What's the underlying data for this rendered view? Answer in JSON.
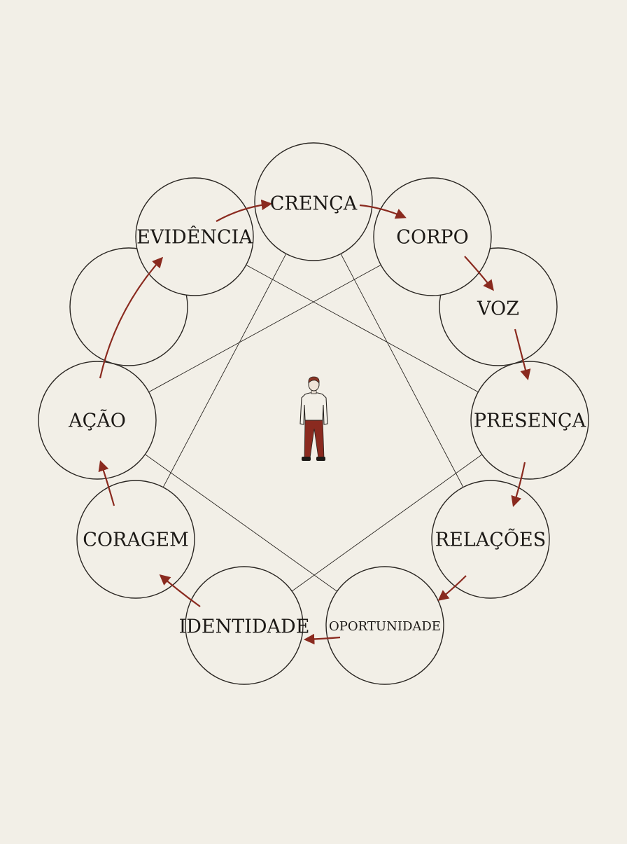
{
  "colors": {
    "background": "#f2efe7",
    "stroke": "#2a2622",
    "arrow": "#8a2a1f",
    "figure_body": "#f2efe7",
    "figure_legs": "#8a2a1f",
    "figure_hair": "#8a3525"
  },
  "nodes": [
    {
      "id": "crenca",
      "label": "CRENÇA"
    },
    {
      "id": "corpo",
      "label": "CORPO"
    },
    {
      "id": "voz",
      "label": "VOZ"
    },
    {
      "id": "presenca",
      "label": "PRESENÇA"
    },
    {
      "id": "relacoes",
      "label": "RELAÇÕES"
    },
    {
      "id": "oportunidade",
      "label": "OPORTUNIDADE"
    },
    {
      "id": "identidade",
      "label": "IDENTIDADE"
    },
    {
      "id": "coragem",
      "label": "CORAGEM"
    },
    {
      "id": "acao",
      "label": "AÇÃO"
    },
    {
      "id": "blank",
      "label": ""
    },
    {
      "id": "evidencia",
      "label": "EVIDÊNCIA"
    }
  ],
  "cycle": [
    "crenca",
    "corpo",
    "voz",
    "presenca",
    "relacoes",
    "oportunidade",
    "identidade",
    "coragem",
    "acao",
    "evidencia",
    "crenca"
  ],
  "connections": [
    [
      "crenca",
      "coragem"
    ],
    [
      "crenca",
      "relacoes"
    ],
    [
      "evidencia",
      "presenca"
    ],
    [
      "corpo",
      "acao"
    ],
    [
      "acao",
      "oportunidade"
    ],
    [
      "presenca",
      "identidade"
    ]
  ],
  "center_icon": "person-figure-icon"
}
